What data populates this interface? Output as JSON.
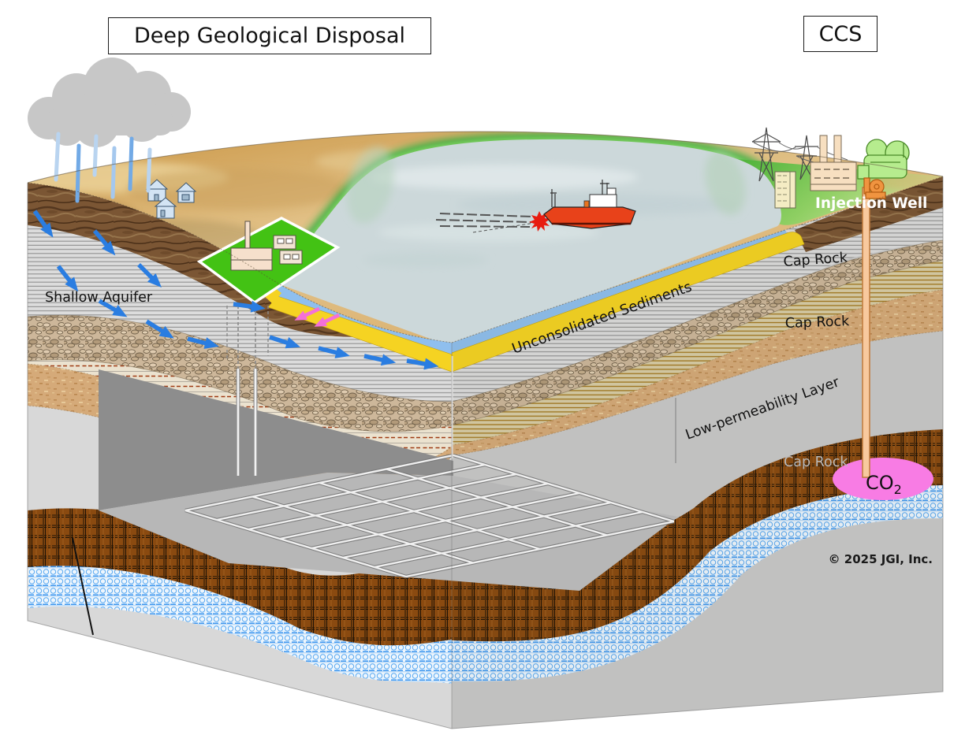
{
  "titles": {
    "main": "Deep Geological Disposal",
    "badge": "CCS"
  },
  "labels": {
    "shallow_aquifer": "Shallow Aquifer",
    "unconsolidated_sediments": "Unconsolidated Sediments",
    "cap_rock_upper": "Cap Rock",
    "cap_rock_middle": "Cap Rock",
    "cap_rock_deep": "Cap Rock",
    "low_permeability_layer": "Low-permeability Layer",
    "injection_well": "Injection Well",
    "co2_base": "CO",
    "co2_subscript": "2",
    "copyright": "© 2025 JGI, Inc."
  },
  "colors": {
    "surface_sand": "#dcb276",
    "coastal_green": "#3fae3f",
    "sea": "#ccd8da",
    "sea_cross_section": "#8fbfee",
    "unconsolidated_yellow": "#f5d322",
    "soil_brown": "#7b5634",
    "aquifer_gray": "#dcdcdc",
    "cap_rock_tan": "#cdb79a",
    "sandy_cap": "#d5aa79",
    "low_perm_gray": "#c6c6c6",
    "deep_cap_brown": "#8a4a10",
    "storage_aquifer_blue": "#59a9f2",
    "co2_plume_pink": "#f87ce4",
    "well_pipe": "#f8c99e",
    "flow_arrow_blue": "#2a7de1",
    "intrusion_arrow_pink": "#f470d8",
    "ship_red": "#e8421a",
    "facility_pad_green": "#43c214",
    "cloud_gray": "#c7c7c7"
  },
  "icons": [
    "rain-cloud-icon",
    "rain-streaks",
    "village-houses-icon",
    "surface-facility-icon",
    "seismic-survey-ship-icon",
    "survey-streamer-lines",
    "seismic-source-flash-icon",
    "transmission-towers-icon",
    "power-plant-icon",
    "office-building-icon",
    "capture-plant-icon",
    "injection-wellhead-icon",
    "injection-well-pipe",
    "repository-tunnel-grid",
    "waste-shaft-lines",
    "fault-line",
    "co2-plume",
    "groundwater-flow-arrows",
    "seawater-intrusion-arrows"
  ]
}
